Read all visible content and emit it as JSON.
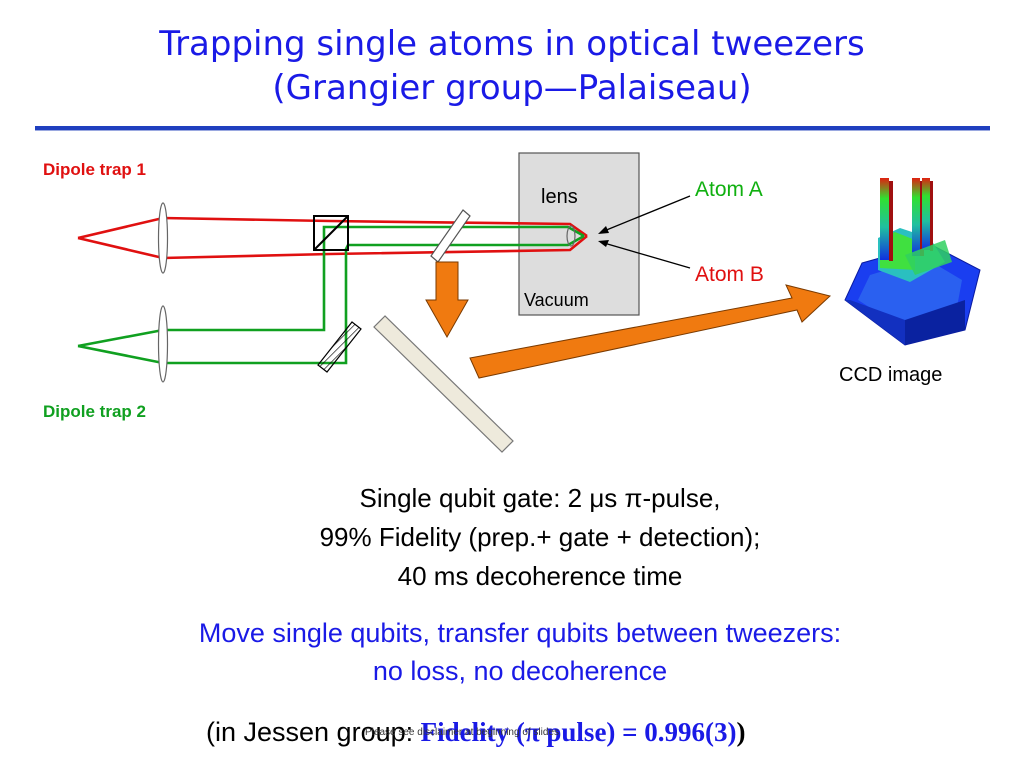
{
  "title": {
    "line1": "Trapping single atoms in optical tweezers",
    "line2": "(Grangier group—Palaiseau)"
  },
  "diagram": {
    "dipole_trap_1": "Dipole trap 1",
    "dipole_trap_2": "Dipole trap 2",
    "lens": "lens",
    "vacuum": "Vacuum",
    "atom_a": "Atom A",
    "atom_b": "Atom B",
    "ccd_image": "CCD image"
  },
  "body": {
    "line1": "Single qubit gate:  2 μs π-pulse,",
    "line2": "99% Fidelity (prep.+ gate + detection);",
    "line3": "40 ms decoherence time"
  },
  "blue": {
    "line1": "Move single qubits, transfer qubits between tweezers:",
    "line2": "no loss, no decoherence"
  },
  "jessen": {
    "prefix": "(in Jessen group:  ",
    "fidelity": "Fidelity (π pulse) = 0.996(3)",
    "suffix": ")"
  },
  "disclaimer": "Please see disclaimer at beginning of slides",
  "colors": {
    "title_blue": "#1a1ae6",
    "red_beam": "#e01010",
    "green_beam": "#10a020",
    "arrow_orange": "#f07a10"
  }
}
